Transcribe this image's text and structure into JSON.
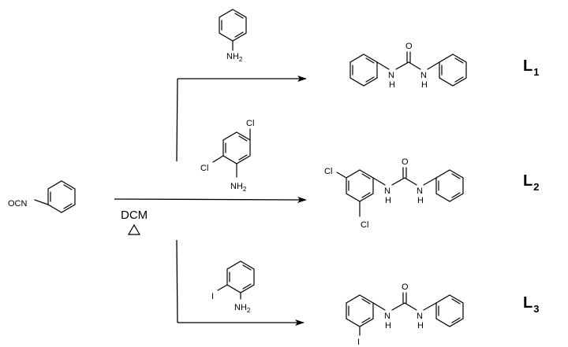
{
  "start_material": {
    "label": "OCN"
  },
  "conditions": {
    "solvent": "DCM",
    "heat_symbol": "heat-triangle"
  },
  "reagents": [
    {
      "amine": "NH2",
      "substituents": []
    },
    {
      "amine": "NH2",
      "substituents": [
        "Cl",
        "Cl"
      ]
    },
    {
      "amine": "NH2",
      "substituents": [
        "I"
      ]
    }
  ],
  "urea": {
    "carbonyl_o": "O",
    "nh": "H",
    "n": "N"
  },
  "products": [
    {
      "label_main": "L",
      "label_sub": "1",
      "substituents": []
    },
    {
      "label_main": "L",
      "label_sub": "2",
      "substituents": [
        "Cl",
        "Cl"
      ]
    },
    {
      "label_main": "L",
      "label_sub": "3",
      "substituents": [
        "I"
      ]
    }
  ],
  "colors": {
    "ink": "#000000",
    "background": "#ffffff"
  }
}
